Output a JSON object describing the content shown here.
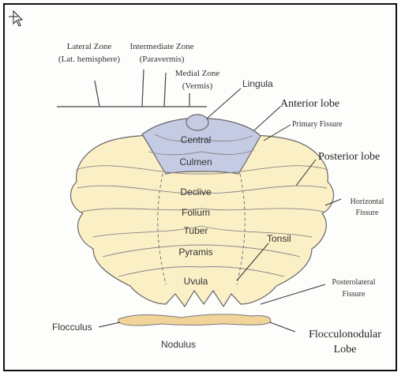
{
  "zones": {
    "lateral_line1": "Lateral Zone",
    "lateral_line2": "(Lat. hemisphere)",
    "intermediate_line1": "Intermediate Zone",
    "intermediate_line2": "(Paravermis)",
    "medial_line1": "Medial Zone",
    "medial_line2": "(Vermis)"
  },
  "vermis_regions": {
    "central": "Central",
    "culmen": "Culmen",
    "declive": "Declive",
    "folium": "Folium",
    "tuber": "Tuber",
    "pyramis": "Pyramis",
    "uvula": "Uvula",
    "nodulus": "Nodulus"
  },
  "callouts": {
    "lingula": "Lingula",
    "anterior_lobe": "Anterior lobe",
    "primary_fissure": "Primary Fissure",
    "posterior_lobe": "Posterior lobe",
    "horizontal_fissure_line1": "Horizontal",
    "horizontal_fissure_line2": "Fissure",
    "tonsil": "Tonsil",
    "posterolateral_fissure_line1": "Posterolateral",
    "posterolateral_fissure_line2": "Fissure",
    "flocculus": "Flocculus",
    "flocculonodular_line1": "Flocculonodular",
    "flocculonodular_line2": "Lobe"
  },
  "colors": {
    "anterior_lobe_fill": "#c5cbe3",
    "posterior_lobe_fill": "#fbefc6",
    "nodulus_fill": "#f2d49a",
    "outline": "#555555"
  },
  "icons": {
    "cursor": "move-cursor-icon"
  }
}
